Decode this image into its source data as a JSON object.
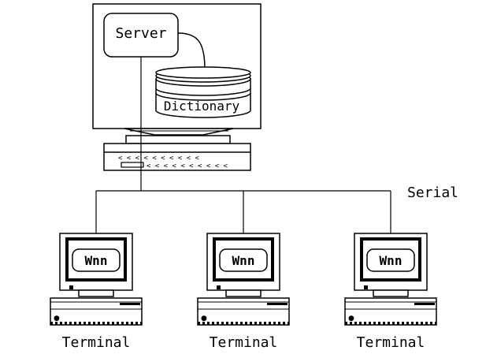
{
  "server": {
    "label": "Server",
    "dictionary_label": "Dictionary"
  },
  "network": {
    "label": "Serial"
  },
  "terminals": [
    {
      "screen_label": "Wnn",
      "label": "Terminal"
    },
    {
      "screen_label": "Wnn",
      "label": "Terminal"
    },
    {
      "screen_label": "Wnn",
      "label": "Terminal"
    }
  ]
}
